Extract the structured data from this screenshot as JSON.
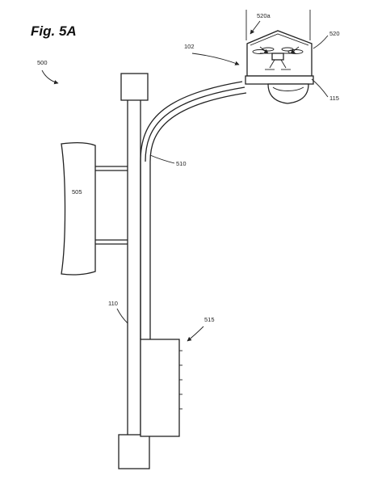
{
  "figure": {
    "title": "Fig. 5A",
    "labels": {
      "system": "500",
      "drone_housing": "102",
      "pole_outer": "110",
      "light": "115",
      "panel": "505",
      "pole_inner": "510",
      "control_box": "515",
      "housing": "520",
      "housing_door": "520a"
    }
  }
}
